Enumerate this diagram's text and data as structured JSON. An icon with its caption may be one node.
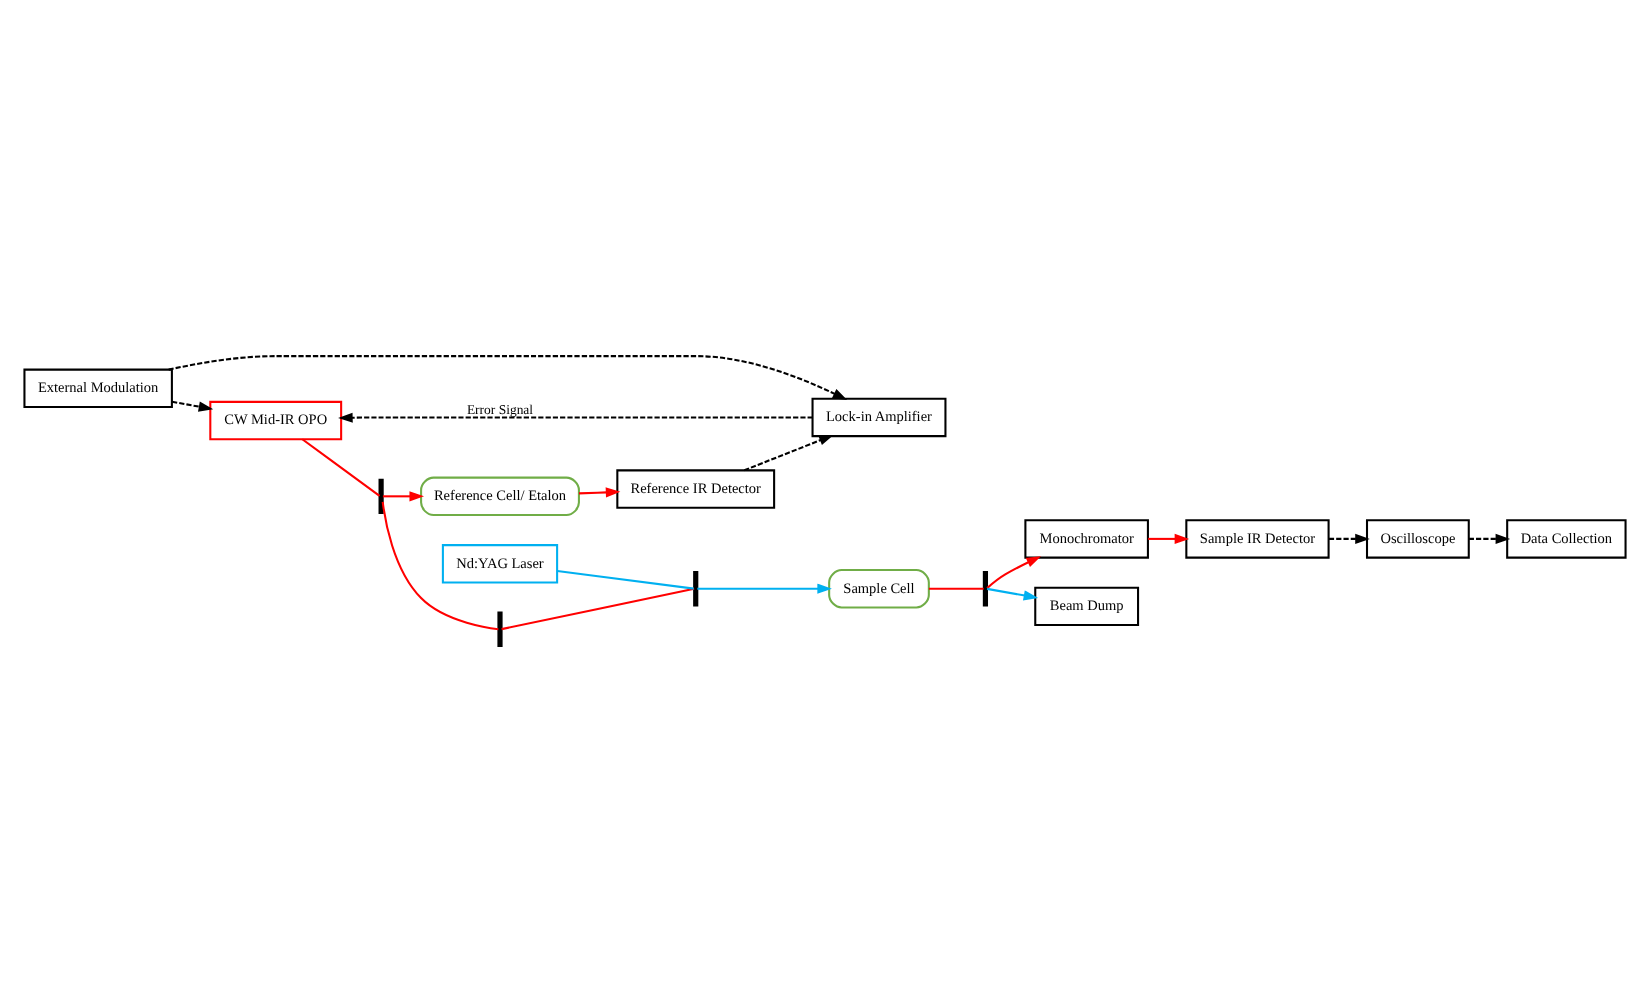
{
  "diagram": {
    "nodes": [
      {
        "text": [
          "External Modulation"
        ]
      },
      {
        "text": [
          "CW Mid-IR OPO"
        ]
      },
      {
        "text": [
          "Lock-in Amplifier"
        ]
      },
      {
        "text": [
          "Data Collection"
        ]
      },
      {
        "text": [
          "Oscilloscope"
        ]
      },
      {
        "text": [],
        "shape": "line"
      },
      {
        "text": [
          "Reference Cell/ Etalon"
        ]
      },
      {
        "text": [
          "Reference IR Detector"
        ]
      },
      {
        "text": [],
        "shape": "line"
      },
      {
        "text": [],
        "shape": "line"
      },
      {
        "text": [
          "Sample Cell"
        ]
      },
      {
        "text": [],
        "shape": "line"
      },
      {
        "text": [
          "Monochromator"
        ]
      },
      {
        "text": [
          "Sample IR Detector"
        ]
      },
      {
        "text": [
          "Nd:YAG Laser"
        ]
      },
      {
        "text": [
          "Beam Dump"
        ]
      }
    ],
    "edges": [
      {
        "from": 0,
        "to": 1,
        "arrow": "to",
        "style": "dashed",
        "color": "#000000"
      },
      {
        "from": 0,
        "to": 2,
        "arrow": "to",
        "style": "dashed",
        "color": "#000000"
      },
      {
        "from": 2,
        "to": 1,
        "arrow": "to",
        "style": "dashed",
        "color": "#000000",
        "label": "Error Signal"
      },
      {
        "from": 7,
        "to": 2,
        "arrow": "to",
        "style": "dashed",
        "color": "#000000"
      },
      {
        "from": 1,
        "to": 5,
        "arrow": "none"
      },
      {
        "from": 5,
        "to": 6,
        "arrow": "to"
      },
      {
        "from": 6,
        "to": 7,
        "arrow": "to"
      },
      {
        "from": 5,
        "to": 8,
        "arrow": "none"
      },
      {
        "from": 8,
        "to": 9,
        "arrow": "none"
      },
      {
        "from": 14,
        "to": 9,
        "arrow": "none",
        "color": "#00b0f0"
      },
      {
        "from": 9,
        "to": 10,
        "arrow": "to",
        "color": "#00b0f0"
      },
      {
        "from": 10,
        "to": 11,
        "arrow": "none"
      },
      {
        "from": 11,
        "to": 15,
        "arrow": "to",
        "color": "#00b0f0"
      },
      {
        "from": 11,
        "to": 12,
        "arrow": "to"
      },
      {
        "from": 12,
        "to": 13,
        "arrow": "to"
      },
      {
        "from": 13,
        "to": 4,
        "arrow": "to",
        "style": "dashed",
        "color": "#000000"
      },
      {
        "from": 4,
        "to": 3,
        "arrow": "to",
        "style": "dashed",
        "color": "#000000"
      }
    ]
  }
}
